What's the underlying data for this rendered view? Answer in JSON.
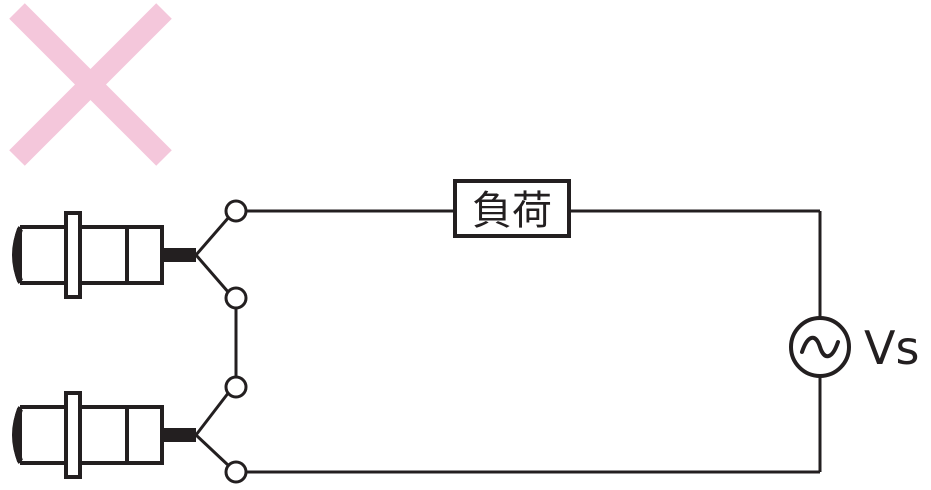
{
  "diagram": {
    "verdict_mark": {
      "symbol": "×",
      "meaning": "incorrect",
      "color": "#f4c7db"
    },
    "load": {
      "label": "負荷"
    },
    "source": {
      "symbol": "∿",
      "label": "Vs"
    },
    "sensors": [
      {
        "name": "proximity-sensor-1",
        "icon": "cylindrical-sensor-icon"
      },
      {
        "name": "proximity-sensor-2",
        "icon": "cylindrical-sensor-icon"
      }
    ],
    "colors": {
      "line": "#231f20",
      "background": "#ffffff"
    }
  }
}
